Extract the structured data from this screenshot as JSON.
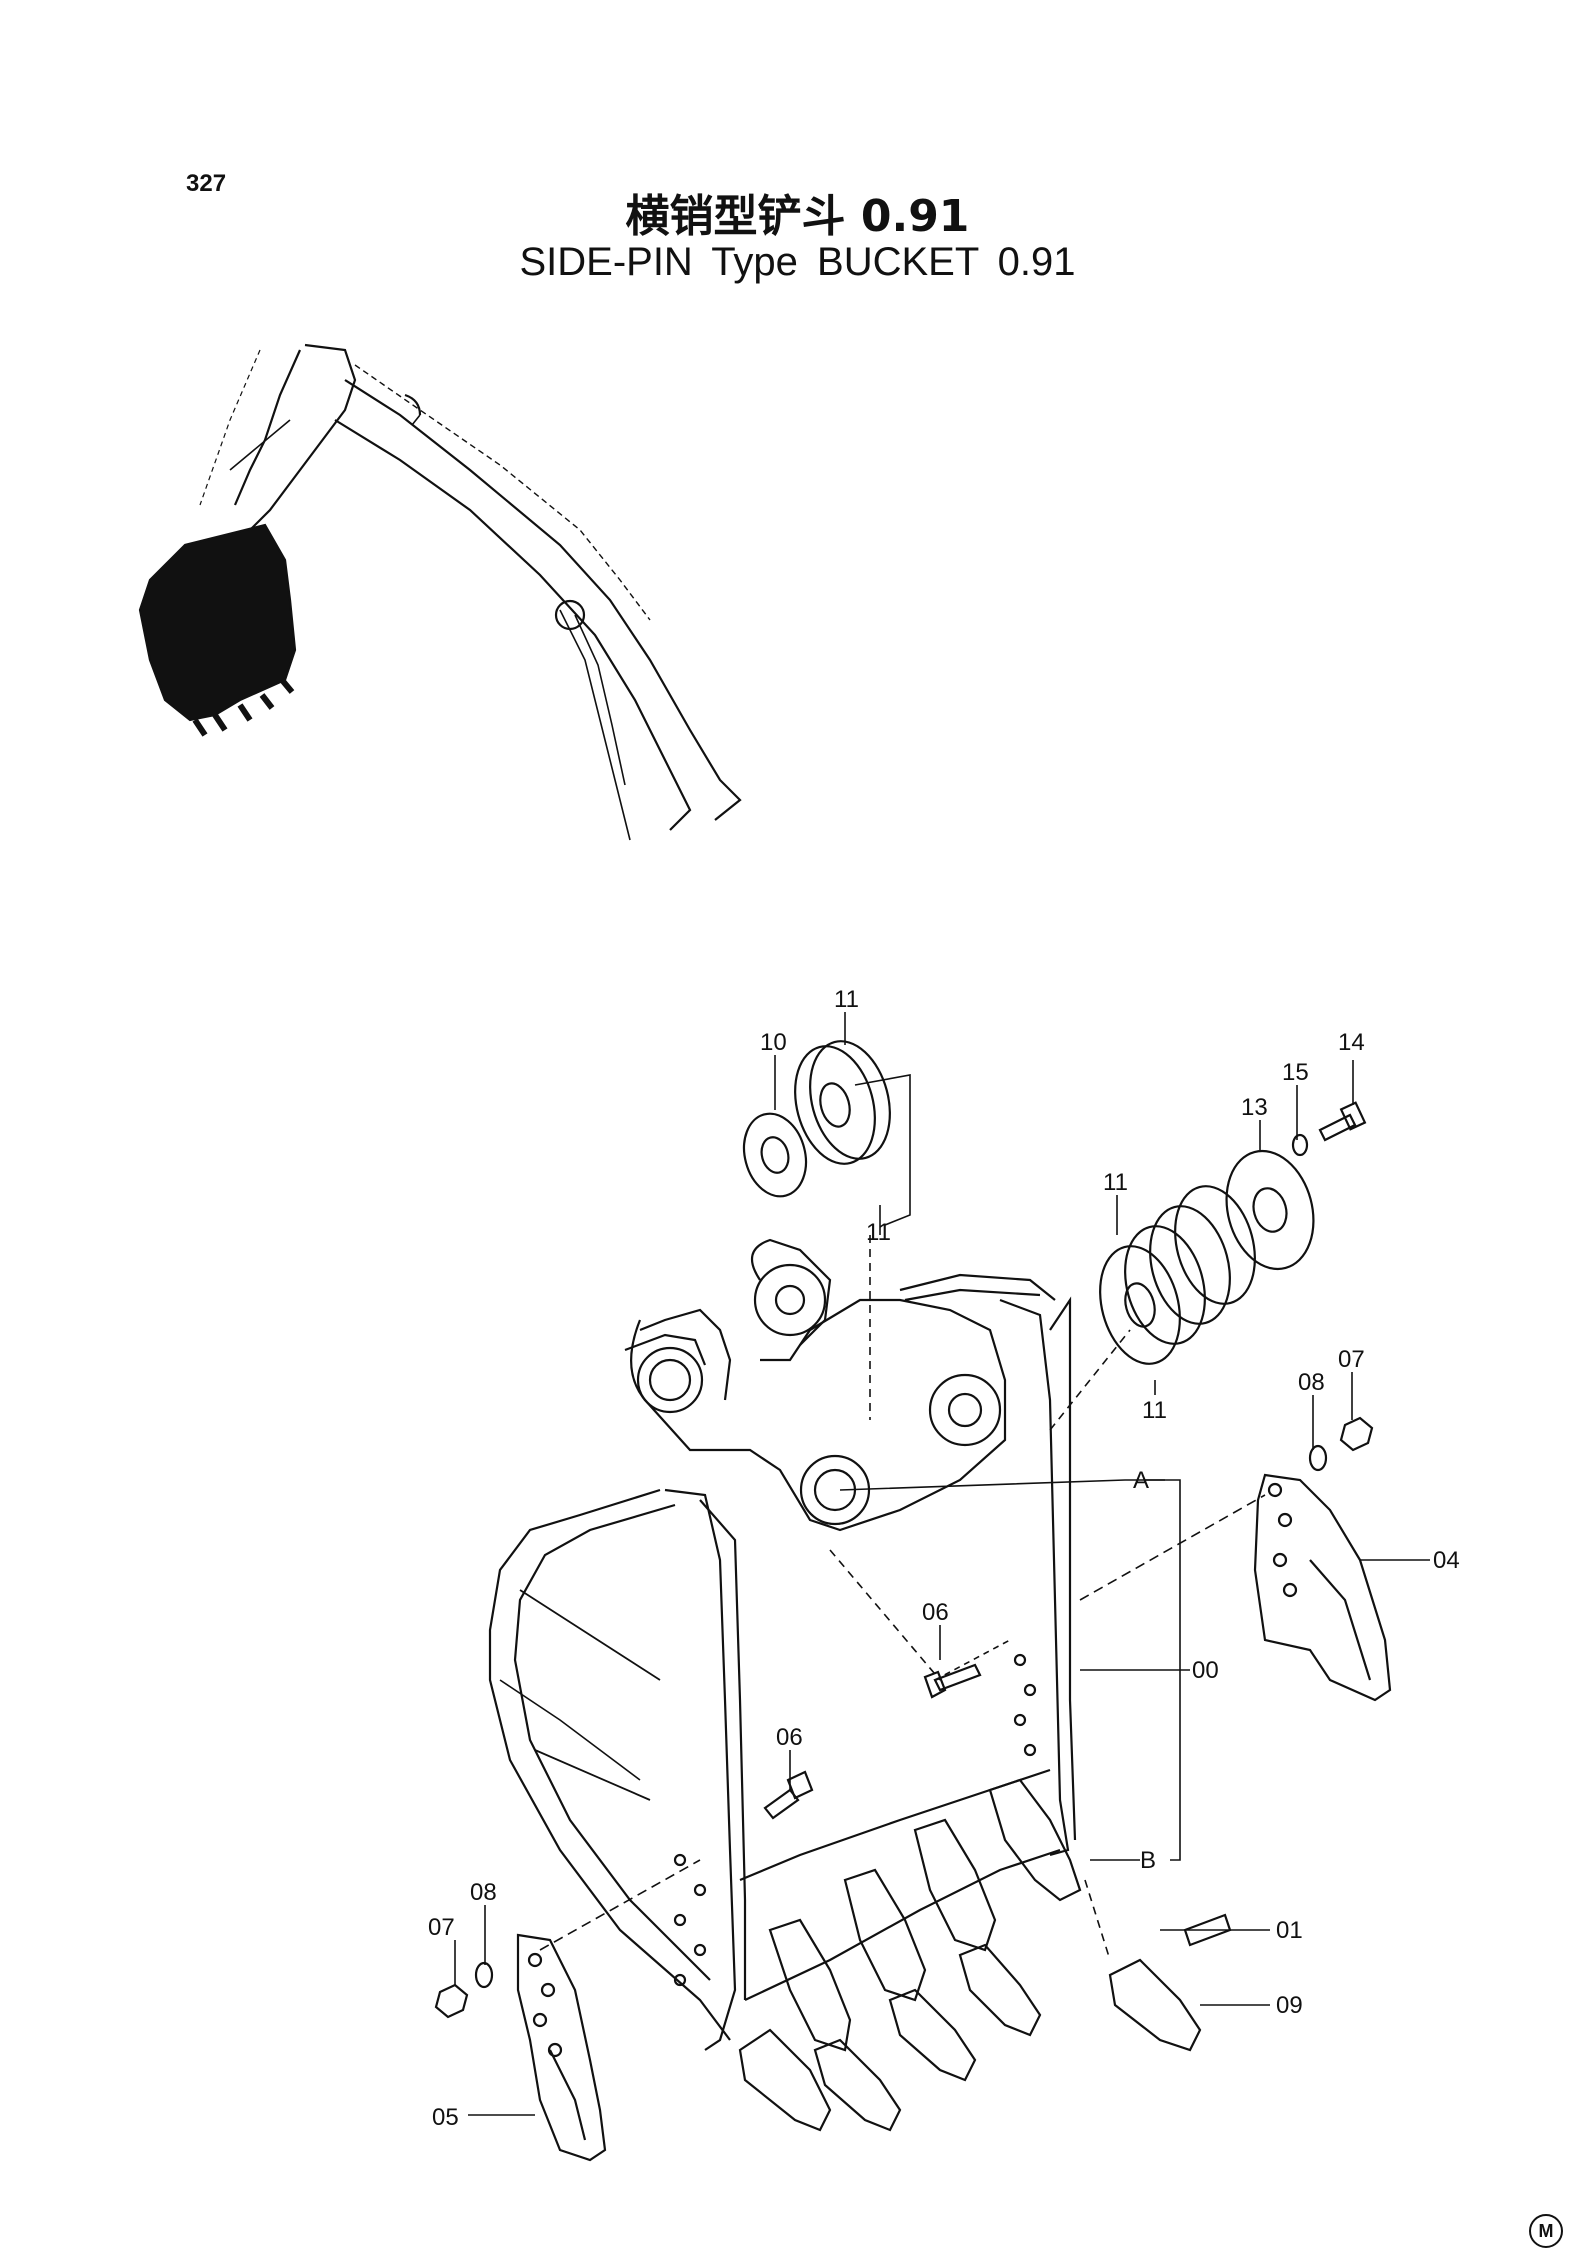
{
  "page_number": "327",
  "title_cn": "横销型铲斗 0.91",
  "title_en": "SIDE-PIN    Type    BUCKET 0.91",
  "callouts": {
    "c00": "00",
    "c01": "01",
    "c04": "04",
    "c05": "05",
    "c06a": "06",
    "c06b": "06",
    "c07a": "07",
    "c07b": "07",
    "c08a": "08",
    "c08b": "08",
    "c09": "09",
    "c10": "10",
    "c11a": "11",
    "c11b": "11",
    "c11c": "11",
    "c11d": "11",
    "c13": "13",
    "c14": "14",
    "c15": "15",
    "ref_a": "A",
    "ref_b": "B"
  },
  "corner_mark": "M",
  "colors": {
    "ink": "#111111",
    "paper": "#ffffff"
  }
}
